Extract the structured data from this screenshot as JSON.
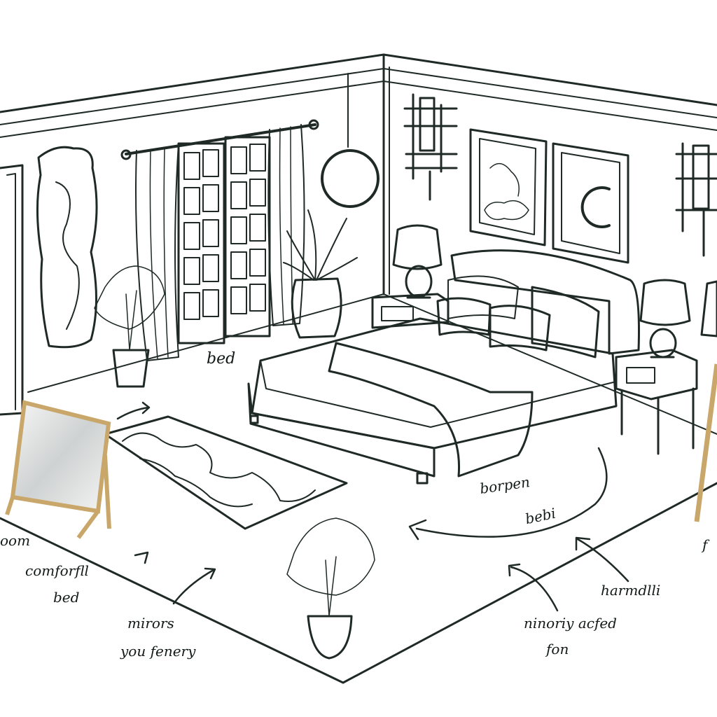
{
  "illustration": {
    "subject": "Sketch of a bedroom interior with handwritten annotations",
    "colors": {
      "ink": "#1f2a27",
      "paper": "#ffffff",
      "wood": "#c9a76a",
      "shade": "#d9dcdc"
    }
  },
  "annotations": {
    "bed_label": "bed",
    "room_label": "oom",
    "comfortable_bed_line1": "comforfll",
    "comfortable_bed_line2": "bed",
    "mirrors_line1": "mirors",
    "mirrors_line2": "you fenery",
    "borpen": "borpen",
    "bebi": "bebi",
    "harmdlli": "harmdlli",
    "minorily_line1": "ninoriy acfed",
    "minorily_line2": "fon",
    "edge_f": "f"
  }
}
